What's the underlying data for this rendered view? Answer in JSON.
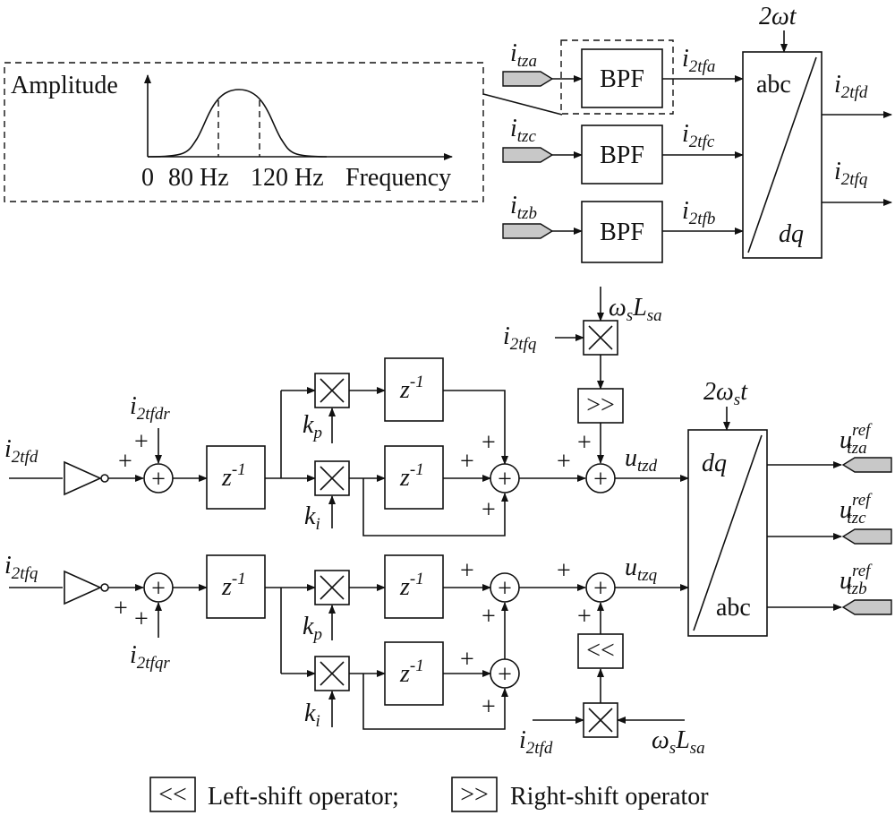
{
  "inset": {
    "amplitude_label": "Amplitude",
    "frequency_label": "Frequency",
    "tick_zero": "0",
    "tick_low": "80 Hz",
    "tick_high": "120 Hz"
  },
  "bpf": {
    "block_label": "BPF",
    "inputs": [
      {
        "base": "i",
        "sub": "tza"
      },
      {
        "base": "i",
        "sub": "tzc"
      },
      {
        "base": "i",
        "sub": "tzb"
      }
    ],
    "outputs": [
      {
        "base": "i",
        "sub": "2tfa"
      },
      {
        "base": "i",
        "sub": "2tfc"
      },
      {
        "base": "i",
        "sub": "2tfb"
      }
    ]
  },
  "park": {
    "angle": "2ωt",
    "top_label": "abc",
    "bottom_label": "dq",
    "out_d": {
      "base": "i",
      "sub": "2tfd"
    },
    "out_q": {
      "base": "i",
      "sub": "2tfq"
    }
  },
  "controller": {
    "in_d": {
      "base": "i",
      "sub": "2tfd"
    },
    "in_q": {
      "base": "i",
      "sub": "2tfq"
    },
    "ref_d": {
      "base": "i",
      "sub": "2tfdr"
    },
    "ref_q": {
      "base": "i",
      "sub": "2tfqr"
    },
    "delay": "z",
    "delay_exp": "-1",
    "kp": {
      "base": "k",
      "sub": "p"
    },
    "ki": {
      "base": "k",
      "sub": "i"
    },
    "plus": "+",
    "mult": "×",
    "sum": "+",
    "cross_top_in": {
      "base": "i",
      "sub": "2tfq"
    },
    "cross_top_gain": "ωsLsa",
    "cross_bot_in": {
      "base": "i",
      "sub": "2tfd"
    },
    "cross_bot_gain": "ωsLsa",
    "right_shift": ">>",
    "left_shift": "<<",
    "u_d": {
      "base": "u",
      "sub": "tzd"
    },
    "u_q": {
      "base": "u",
      "sub": "tzq"
    }
  },
  "inv_park": {
    "angle": "2ωst",
    "top_label": "dq",
    "bottom_label": "abc",
    "outputs": [
      {
        "base": "u",
        "sup": "ref",
        "sub": "tza"
      },
      {
        "base": "u",
        "sup": "ref",
        "sub": "tzc"
      },
      {
        "base": "u",
        "sup": "ref",
        "sub": "tzb"
      }
    ]
  },
  "legend": {
    "left_symbol": "<<",
    "left_text": "Left-shift operator;",
    "right_symbol": ">>",
    "right_text": "Right-shift operator"
  }
}
